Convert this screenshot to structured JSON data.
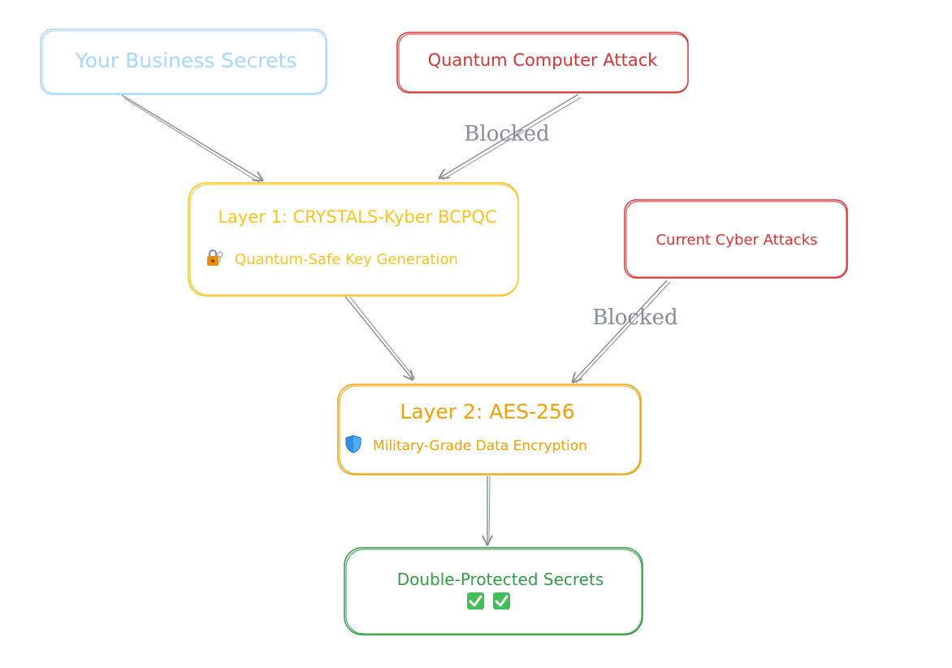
{
  "colors": {
    "source": "#a5d8ff",
    "threat": "#e03131",
    "layer1": "#fcc419",
    "layer2": "#f59f00",
    "result": "#2f9e44",
    "arrow": "#868e96",
    "label": "#868e96"
  },
  "nodes": {
    "secrets": {
      "label": "Your Business Secrets"
    },
    "quantum_attack": {
      "label": "Quantum Computer Attack"
    },
    "layer1": {
      "title": "Layer 1: CRYSTALS-Kyber BCPQC",
      "subtitle": "Quantum-Safe Key Generation",
      "icon": "lock-with-key-icon"
    },
    "cyber_attacks": {
      "label": "Current Cyber Attacks"
    },
    "layer2": {
      "title": "Layer 2: AES-256",
      "subtitle": "Military-Grade Data Encryption",
      "icon": "shield-icon"
    },
    "result": {
      "title": "Double-Protected Secrets",
      "icon": "check-mark-icon"
    }
  },
  "edges": {
    "quantum_blocked": "Blocked",
    "cyber_blocked": "Blocked"
  }
}
